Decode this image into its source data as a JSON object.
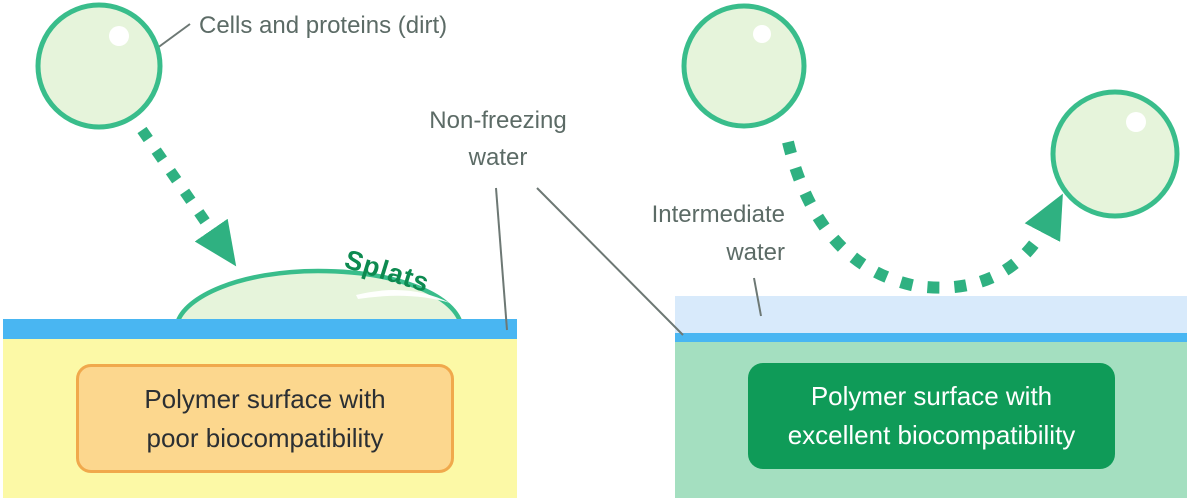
{
  "annotations": {
    "cells_and_proteins": "Cells and proteins (dirt)",
    "non_freezing_water": {
      "lines": [
        "Non-freezing",
        "water"
      ]
    },
    "intermediate_water": {
      "lines": [
        "Intermediate",
        "water"
      ]
    },
    "splats": "Splats"
  },
  "panels": {
    "left": {
      "caption_lines": [
        "Polymer surface with",
        "poor biocompatibility"
      ],
      "layers": [
        "non-freezing water (blue)",
        "polymer (yellow)"
      ]
    },
    "right": {
      "caption_lines": [
        "Polymer surface with",
        "excellent biocompatibility"
      ],
      "layers": [
        "intermediate water (light blue)",
        "non-freezing water (blue)",
        "polymer (green)"
      ]
    }
  },
  "colors": {
    "cell_fill": "#e6f4db",
    "cell_stroke": "#39bd8b",
    "arrow_green": "#2fb181",
    "splats_text": "#0d8a50",
    "non_freezing_blue": "#49b6f2",
    "intermediate_light_blue": "#d8eafb",
    "polymer_yellow": "#fcf9a6",
    "polymer_teal": "#a4dfc0",
    "caption_green": "#0f9b58",
    "caption_orange_fill": "#fcd78e",
    "caption_orange_border": "#f0a94c",
    "label_gray": "#5c6b66",
    "pointer_line_gray": "#6d7874"
  }
}
